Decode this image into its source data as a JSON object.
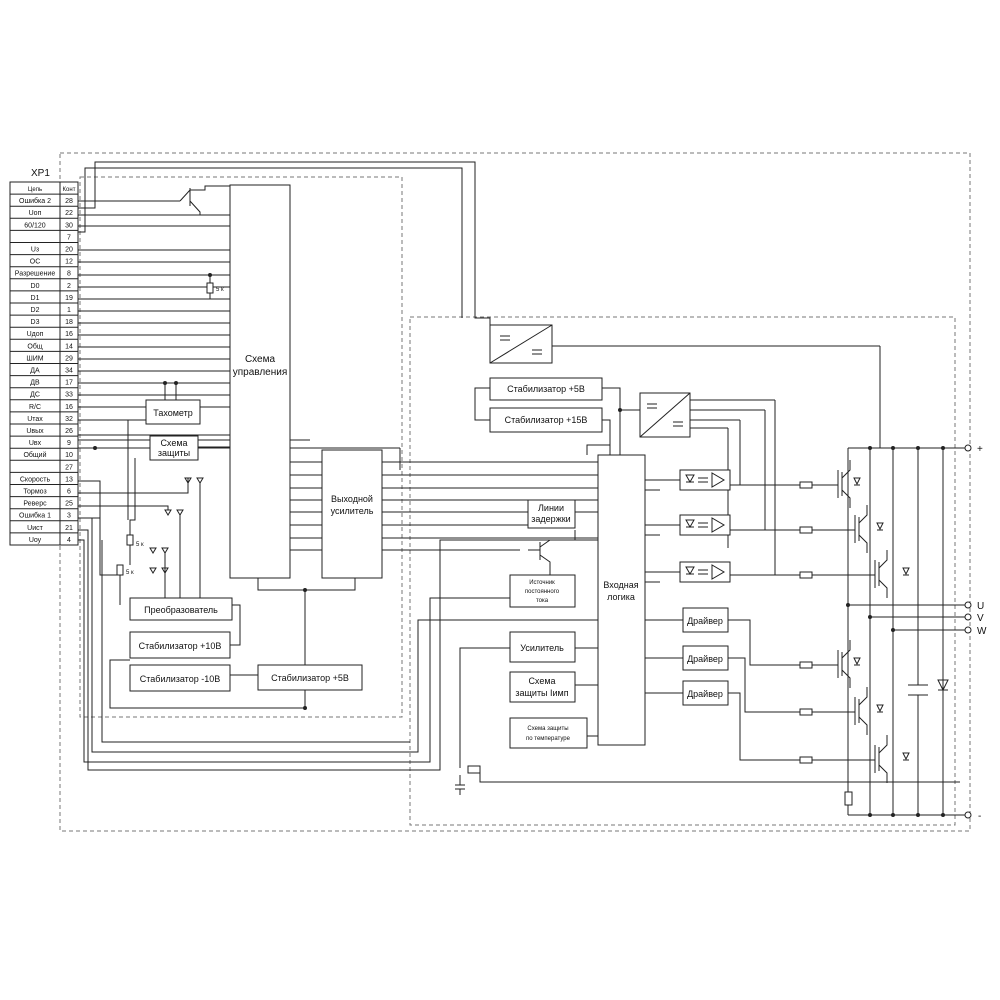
{
  "connector": {
    "title": "XP1",
    "header": {
      "circuit": "Цепь",
      "contact": "Конт"
    },
    "pins": [
      {
        "name": "Ошибка 2",
        "num": "28"
      },
      {
        "name": "Uоп",
        "num": "22"
      },
      {
        "name": "60/120",
        "num": "30"
      },
      {
        "name": "",
        "num": "7"
      },
      {
        "name": "Uз",
        "num": "20"
      },
      {
        "name": "ОС",
        "num": "12"
      },
      {
        "name": "Разрешение",
        "num": "8"
      },
      {
        "name": "D0",
        "num": "2"
      },
      {
        "name": "D1",
        "num": "19"
      },
      {
        "name": "D2",
        "num": "1"
      },
      {
        "name": "D3",
        "num": "18"
      },
      {
        "name": "Uдоп",
        "num": "16"
      },
      {
        "name": "Общ",
        "num": "14"
      },
      {
        "name": "ШИМ",
        "num": "29"
      },
      {
        "name": "ДА",
        "num": "34"
      },
      {
        "name": "ДВ",
        "num": "17"
      },
      {
        "name": "ДС",
        "num": "33"
      },
      {
        "name": "R/C",
        "num": "16"
      },
      {
        "name": "Uтах",
        "num": "32"
      },
      {
        "name": "Uвых",
        "num": "26"
      },
      {
        "name": "Uвх",
        "num": "9"
      },
      {
        "name": "Общий",
        "num": "10"
      },
      {
        "name": "",
        "num": "27"
      },
      {
        "name": "Скорость",
        "num": "13"
      },
      {
        "name": "Тормоз",
        "num": "6"
      },
      {
        "name": "Реверс",
        "num": "25"
      },
      {
        "name": "Ошибка 1",
        "num": "3"
      },
      {
        "name": "Uист",
        "num": "21"
      },
      {
        "name": "Uоу",
        "num": "4"
      }
    ]
  },
  "blocks": {
    "control": [
      "Схема",
      "управления"
    ],
    "tachometer": "Тахометр",
    "protection": [
      "Схема",
      "защиты"
    ],
    "output_amp": [
      "Выходной",
      "усилитель"
    ],
    "converter": "Преобразователь",
    "stab_p10": "Стабилизатор +10В",
    "stab_m10": "Стабилизатор -10В",
    "stab_5_left": "Стабилизатор +5В",
    "stab_5_right": "Стабилизатор +5В",
    "stab_15": "Стабилизатор +15В",
    "delay": [
      "Линии",
      "задержки"
    ],
    "current_src": [
      "Источник",
      "постоянного",
      "тока"
    ],
    "input_logic": [
      "Входная",
      "логика"
    ],
    "amplifier": "Усилитель",
    "imp_prot": [
      "Схема",
      "защиты Iимп"
    ],
    "temp_prot": [
      "Схема защиты",
      "по температуре"
    ],
    "driver": "Драйвер"
  },
  "resistor_label": "5 к",
  "terminals": {
    "plus": "+",
    "u": "U",
    "v": "V",
    "w": "W",
    "minus": "-"
  }
}
